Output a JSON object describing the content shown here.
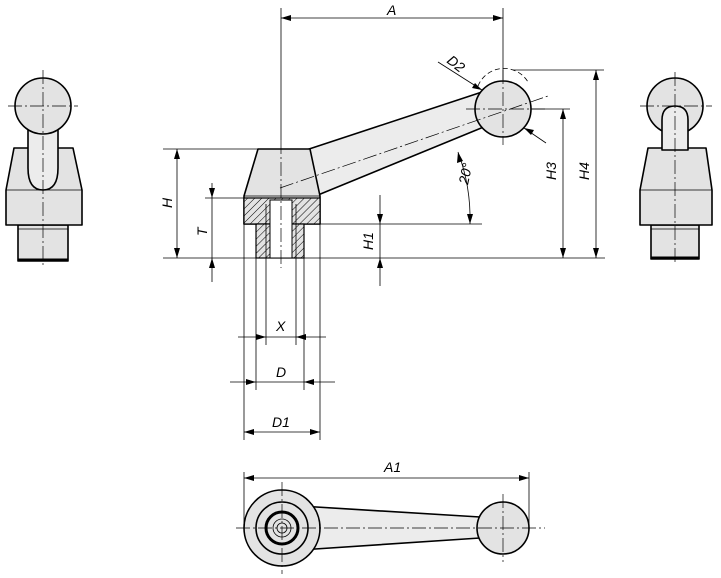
{
  "labels": {
    "A": "A",
    "A1": "A1",
    "D": "D",
    "D1": "D1",
    "D2": "D2",
    "H": "H",
    "H1": "H1",
    "H3": "H3",
    "H4": "H4",
    "T": "T",
    "X": "X",
    "angle": "20°"
  }
}
